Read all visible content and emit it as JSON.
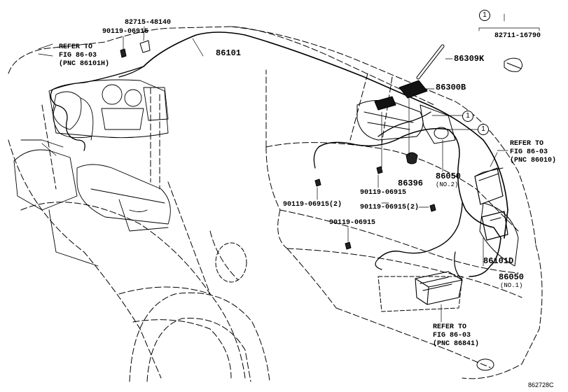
{
  "callout_symbol": "1",
  "labels": {
    "p82715": "82715-48140",
    "p90119_top": "90119-06915",
    "p86101": "86101",
    "p82711": "82711-16790",
    "p86309K": "86309K",
    "p86300B": "86300B",
    "p86396": "86396",
    "p86050": "86050",
    "p86050_no2": "(NO.2)",
    "p90119_a": "90119-06915",
    "p90119_b": "90119-06915(2)",
    "p90119_c": "90119-06915(2)",
    "p90119_d": "90119-06915",
    "p86101D": "86101D",
    "p86050b": "86050",
    "p86050_no1": "(NO.1)",
    "diagram_code": "862728C"
  },
  "refs": {
    "left": [
      "REFER TO",
      "FIG 86-03",
      "(PNC 86101H)"
    ],
    "right": [
      "REFER TO",
      "FIG 86-03",
      "(PNC 86010)"
    ],
    "bottom": [
      "REFER TO",
      "FIG 86-03",
      "(PNC 86841)"
    ]
  }
}
